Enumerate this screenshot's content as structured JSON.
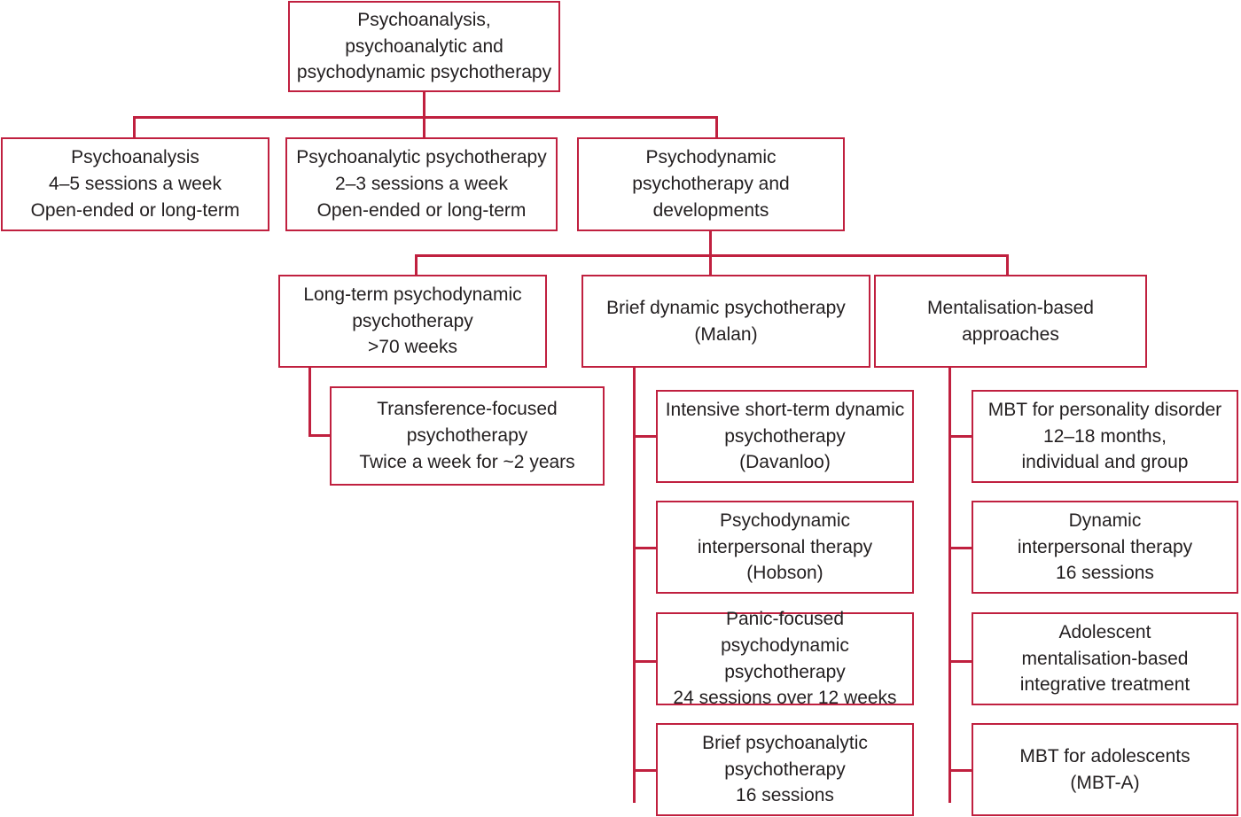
{
  "diagram": {
    "title": "Psychoanalysis, psychoanalytic and psychodynamic psychotherapy taxonomy",
    "accent_color": "#c0203f",
    "text_color": "#231f20",
    "background_color": "#ffffff",
    "nodes": {
      "root": "Psychoanalysis,\npsychoanalytic and\npsychodynamic psychotherapy",
      "psychoanalysis": "Psychoanalysis\n4–5 sessions a week\nOpen-ended or long-term",
      "psychoanalytic_psychotherapy": "Psychoanalytic psychotherapy\n2–3 sessions a week\nOpen-ended or long-term",
      "psychodynamic_psychotherapy": "Psychodynamic\npsychotherapy and\ndevelopments",
      "long_term": "Long-term psychodynamic\npsychotherapy\n>70 weeks",
      "brief_dynamic": "Brief dynamic psychotherapy\n(Malan)",
      "mentalisation_based": "Mentalisation-based\napproaches",
      "transference_focused": "Transference-focused\npsychotherapy\nTwice a week for ~2 years",
      "istdp": "Intensive short-term dynamic\npsychotherapy\n(Davanloo)",
      "pit": "Psychodynamic\ninterpersonal therapy\n(Hobson)",
      "pfpp": "Panic-focused psychodynamic\npsychotherapy\n24 sessions over 12 weeks",
      "brief_psychoanalytic": "Brief psychoanalytic\npsychotherapy\n16 sessions",
      "mbt_pd": "MBT for personality disorder\n12–18 months,\nindividual and group",
      "dit": "Dynamic\ninterpersonal therapy\n16 sessions",
      "ambit": "Adolescent\nmentalisation-based\nintegrative treatment",
      "mbt_a": "MBT for adolescents\n(MBT-A)"
    }
  }
}
